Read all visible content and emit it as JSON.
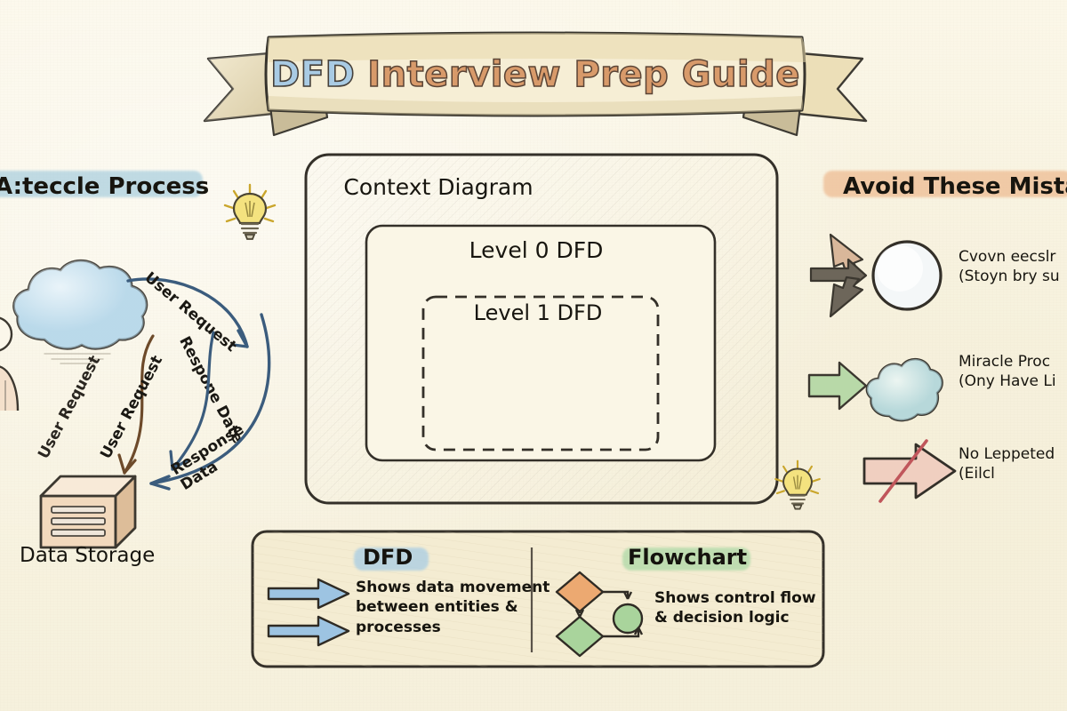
{
  "page": {
    "background_color": "#faf5e3",
    "ink_color": "#2b2723",
    "title_accent_blue": "#a9cbe4",
    "title_accent_orange": "#d89a6a"
  },
  "banner": {
    "title_part_1": "DFD",
    "title_part_2": "Interview Prep Guide",
    "ribbon_color": "#ecdfb8"
  },
  "left_panel": {
    "heading": "A:teccle Process",
    "heading_highlight_color": "#9cc8dc",
    "nodes": {
      "cloud_label": "",
      "storage_label": "Data Storage"
    },
    "flow_labels": [
      {
        "text": "User Request",
        "color": "#31516e"
      },
      {
        "text": "Respone Date",
        "color": "#31516e"
      },
      {
        "text": "User Request",
        "color": "#6b4a2c"
      },
      {
        "text": "User Request",
        "color": "#31516e"
      },
      {
        "text": "Response Data",
        "color": "#31516e"
      }
    ]
  },
  "center_panel": {
    "outer_label": "Context Diagram",
    "middle_label": "Level 0 DFD",
    "inner_label": "Level 1 DFD"
  },
  "right_panel": {
    "heading": "Avoid These Mistal",
    "heading_highlight_color": "#eeba90",
    "items": [
      {
        "icon": "converging-arrows-circle",
        "line1": "Cvovn eecslr",
        "line2": "(Stoyn bry su"
      },
      {
        "icon": "green-arrow-cloud",
        "line1": "Miracle Proc",
        "line2": "(Ony Have Li"
      },
      {
        "icon": "crossed-out-arrow",
        "line1": "No Leppeted",
        "line2": "(Eilcl"
      }
    ]
  },
  "comparison_panel": {
    "left": {
      "title": "DFD",
      "title_highlight_color": "#a8cde4",
      "body": "Shows data movement\nbetween entities &\nprocesses",
      "icon": "two-blue-arrows"
    },
    "right": {
      "title": "Flowchart",
      "title_highlight_color": "#a9d8a4",
      "body": "Shows control flow\n& decision logic",
      "icon": "mini-flowchart"
    }
  },
  "decorations": {
    "lightbulb_1": "lightbulb-icon",
    "lightbulb_2": "lightbulb-icon"
  }
}
